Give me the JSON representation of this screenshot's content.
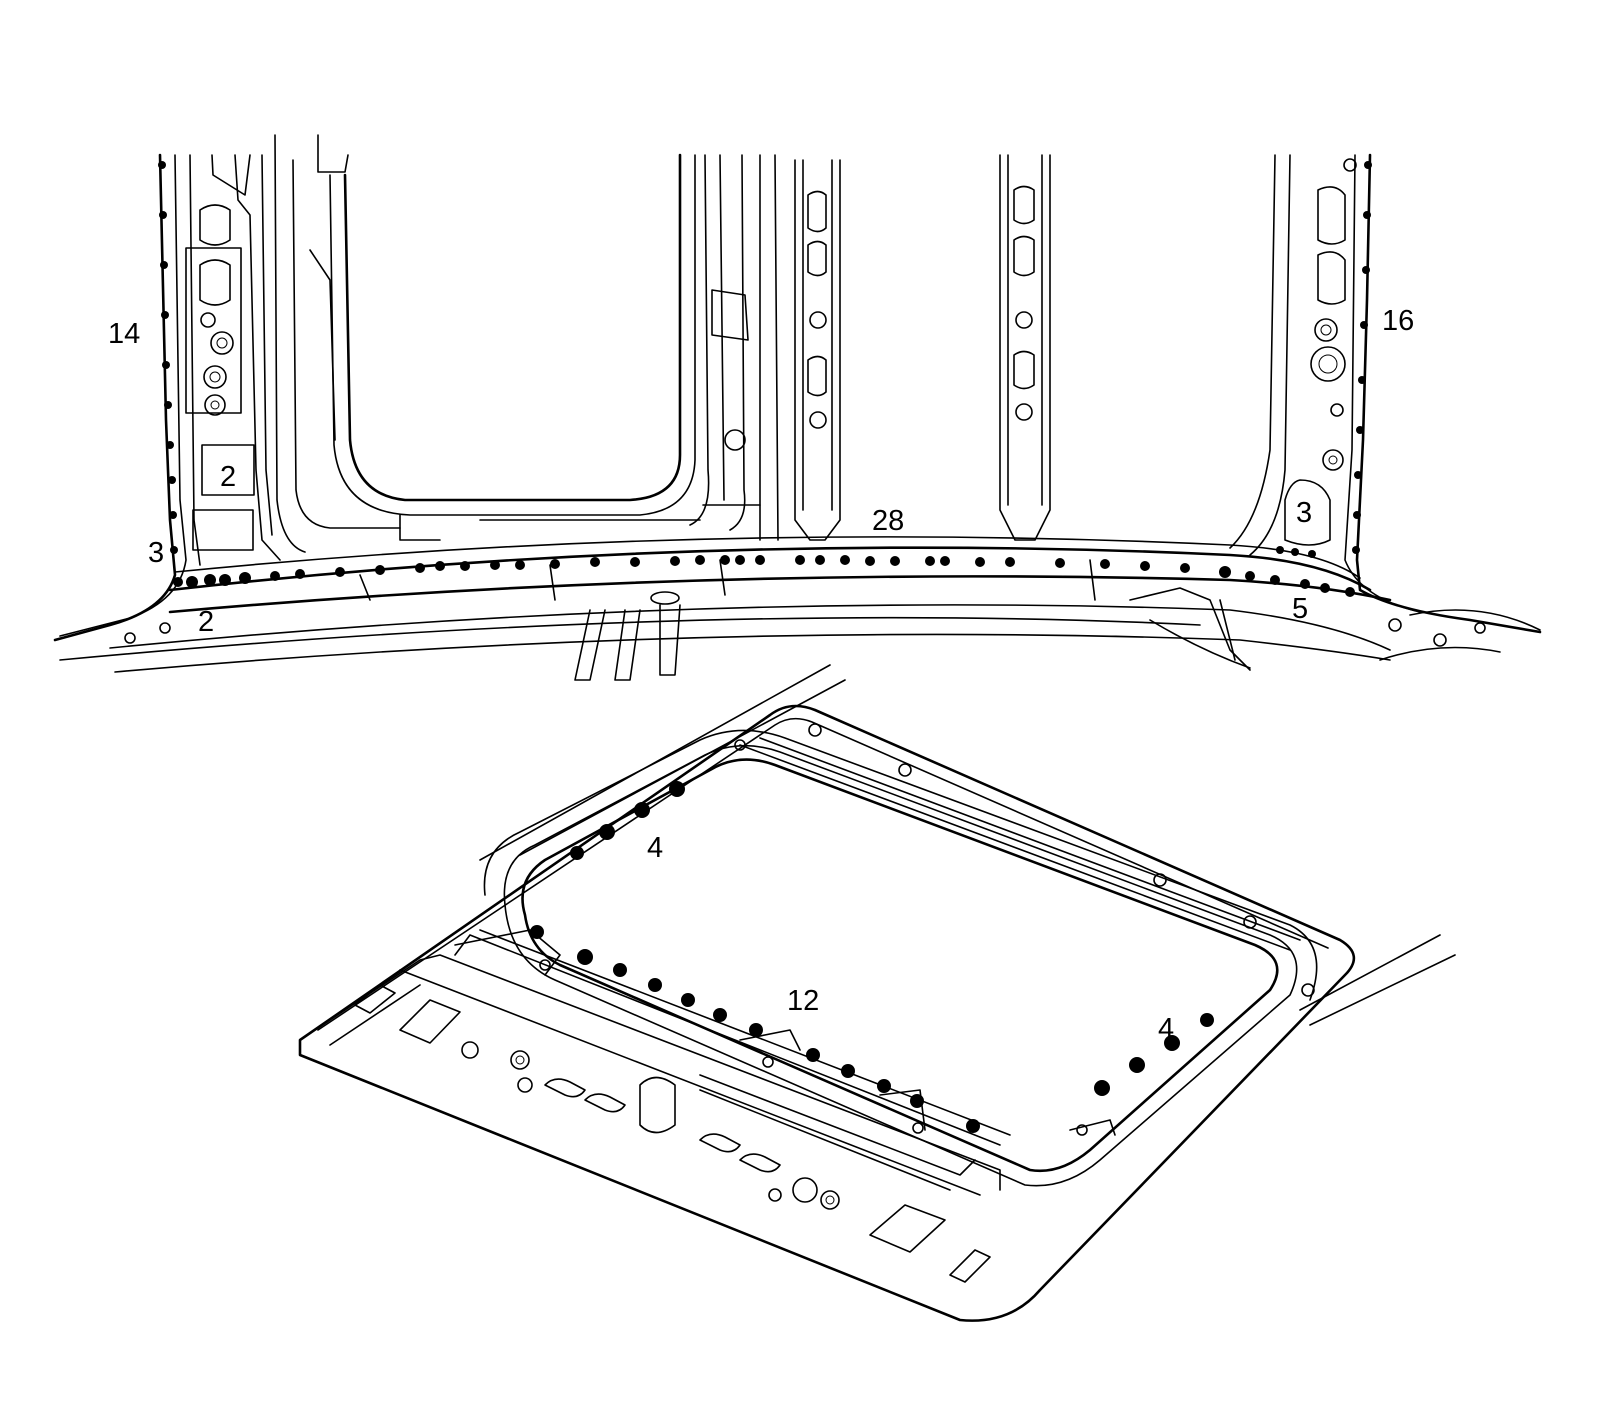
{
  "diagram": {
    "callouts": [
      {
        "id": "c14",
        "text": "14"
      },
      {
        "id": "c2a",
        "text": "2"
      },
      {
        "id": "c3a",
        "text": "3"
      },
      {
        "id": "c2b",
        "text": "2"
      },
      {
        "id": "c28",
        "text": "28"
      },
      {
        "id": "c3b",
        "text": "3"
      },
      {
        "id": "c16",
        "text": "16"
      },
      {
        "id": "c5",
        "text": "5"
      },
      {
        "id": "c4a",
        "text": "4"
      },
      {
        "id": "c12",
        "text": "12"
      },
      {
        "id": "c4b",
        "text": "4"
      }
    ],
    "colors": {
      "line": "#000000",
      "background": "#ffffff"
    }
  }
}
